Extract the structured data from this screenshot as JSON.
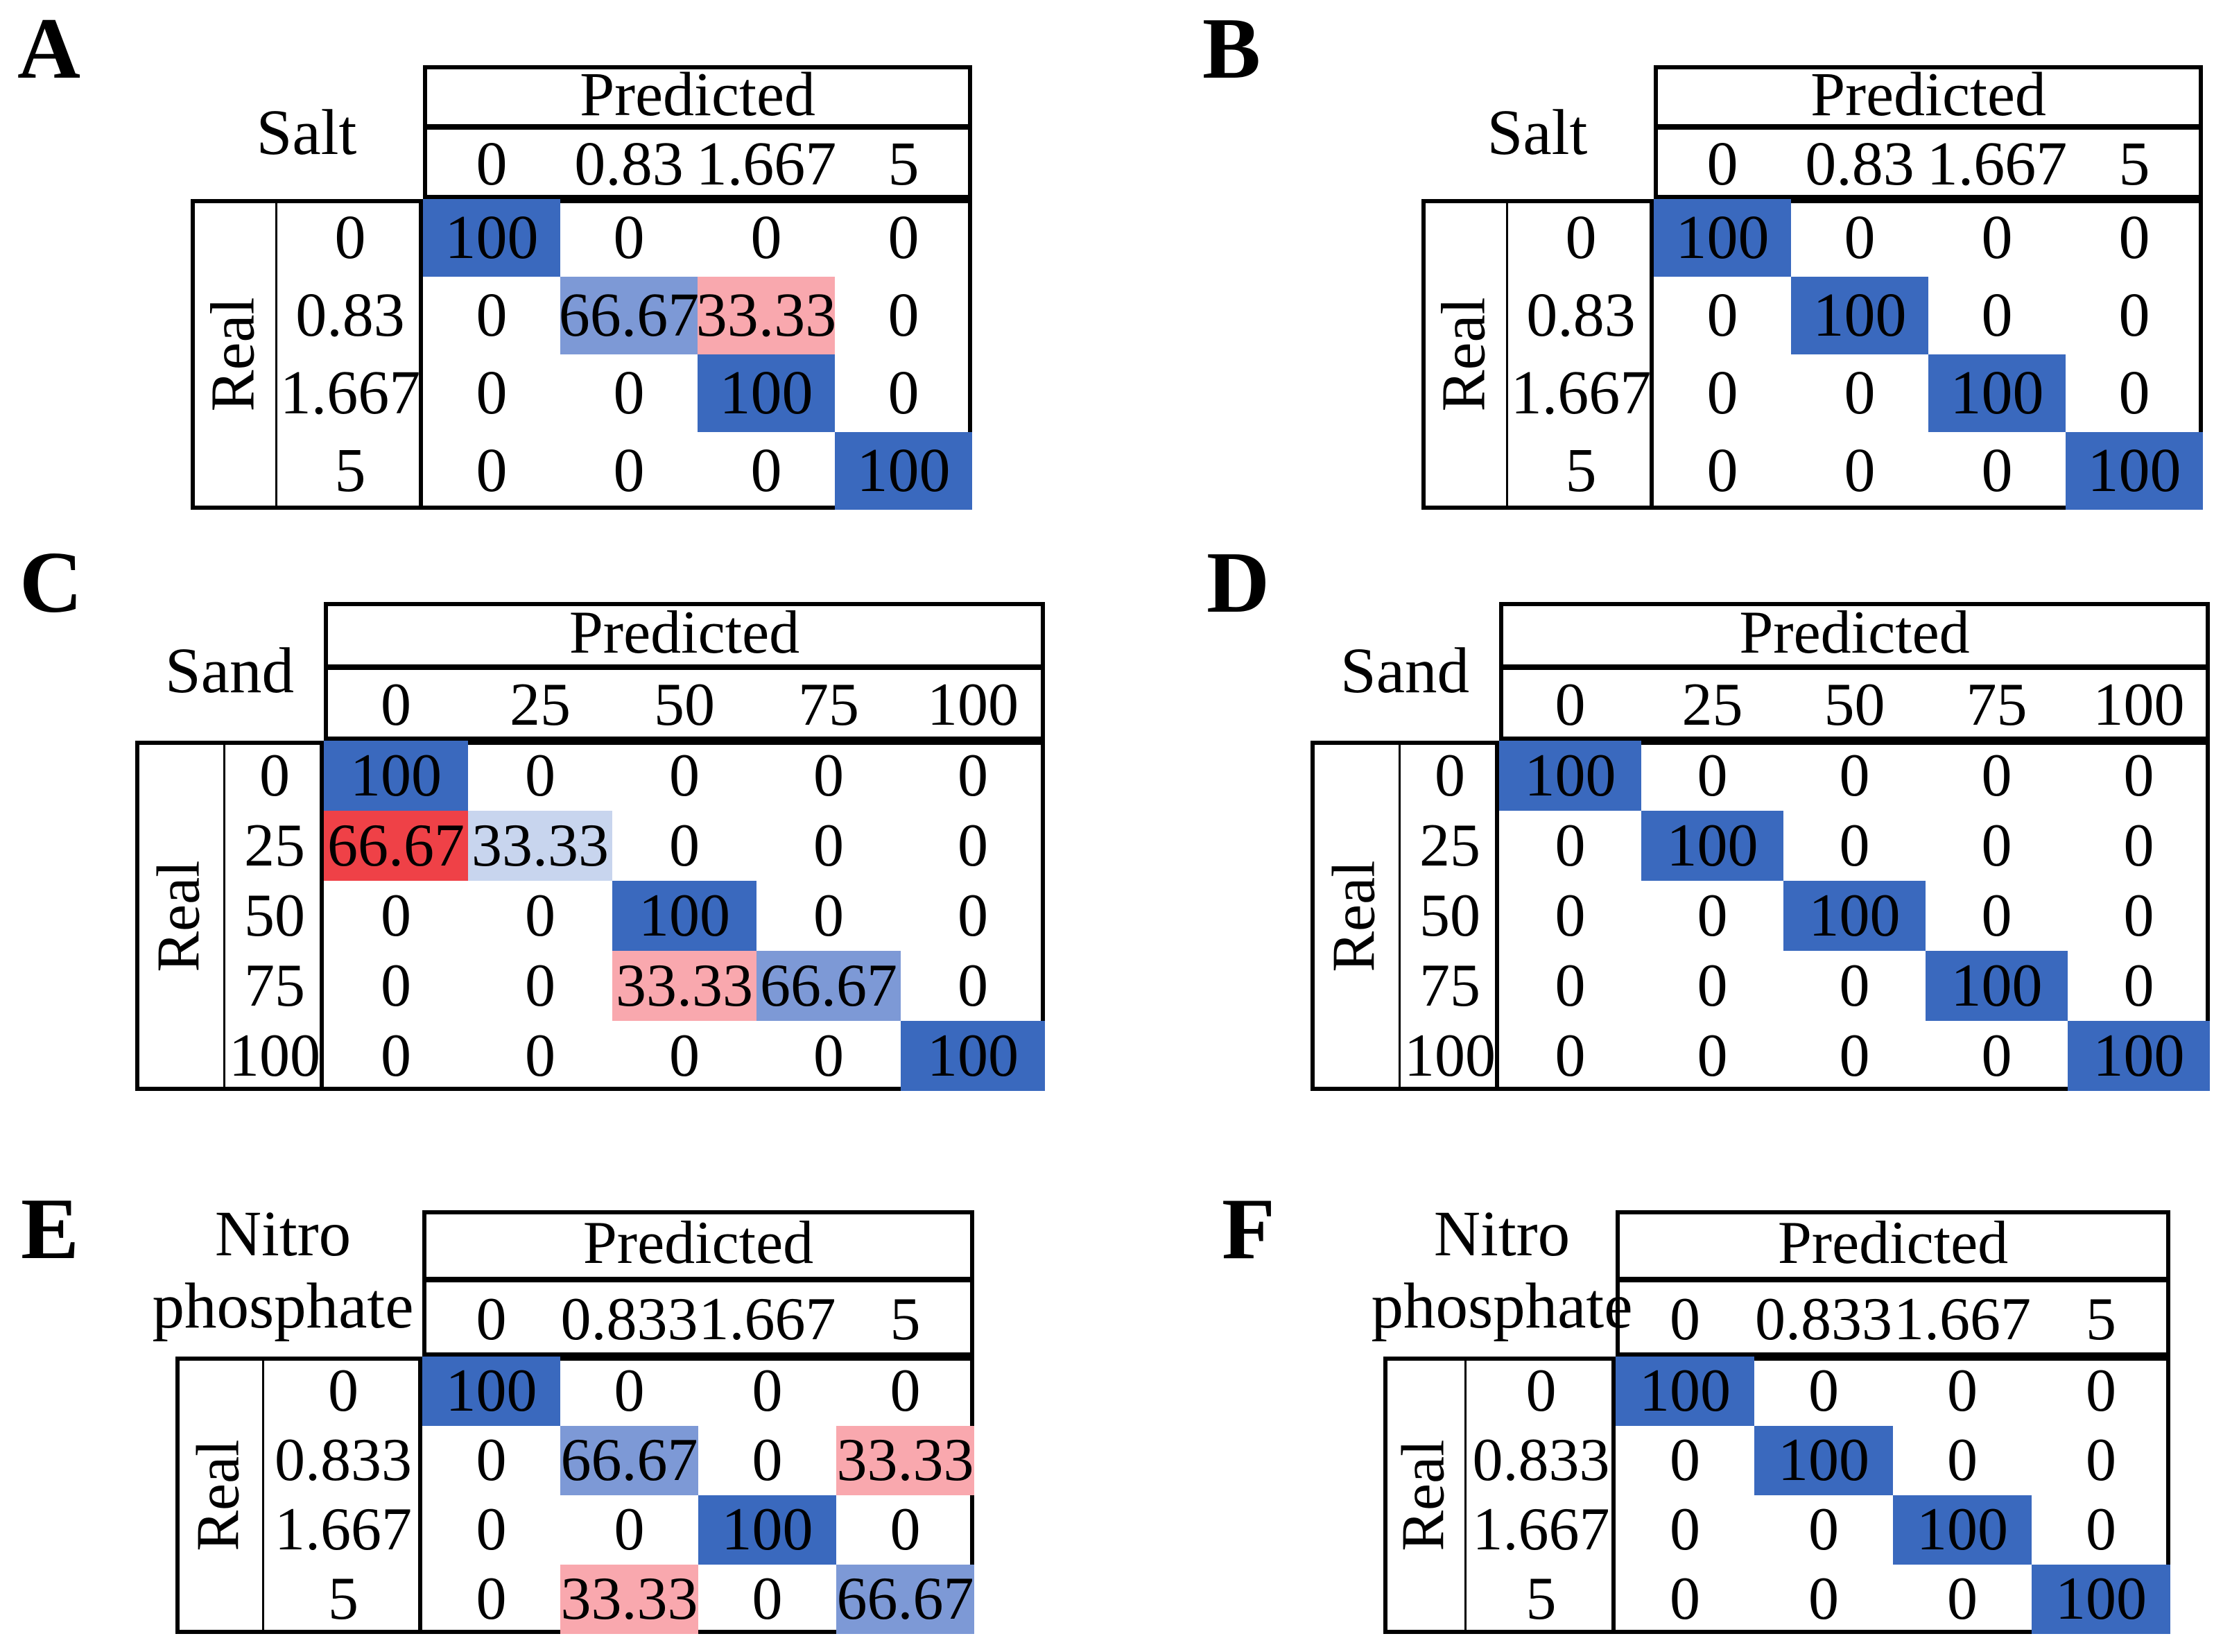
{
  "colors": {
    "blue100": "#3a69be",
    "blue66": "#7d99d6",
    "blue33": "#c8d5ee",
    "red66": "#ef4147",
    "red33": "#f9a8ae"
  },
  "figure": {
    "panels": [
      {
        "letter": "A",
        "analyte": "Salt",
        "pred_label": "Predicted",
        "real_label": "Real",
        "col_ticks": [
          "0",
          "0.83",
          "1.667",
          "5"
        ],
        "row_ticks": [
          "0",
          "0.83",
          "1.667",
          "5"
        ],
        "values": [
          [
            "100",
            "0",
            "0",
            "0"
          ],
          [
            "0",
            "66.67",
            "33.33",
            "0"
          ],
          [
            "0",
            "0",
            "100",
            "0"
          ],
          [
            "0",
            "0",
            "0",
            "100"
          ]
        ],
        "fills": [
          [
            "blue100",
            "",
            "",
            ""
          ],
          [
            "",
            "blue66",
            "red33",
            ""
          ],
          [
            "",
            "",
            "blue100",
            ""
          ],
          [
            "",
            "",
            "",
            "blue100"
          ]
        ]
      },
      {
        "letter": "B",
        "analyte": "Salt",
        "pred_label": "Predicted",
        "real_label": "Real",
        "col_ticks": [
          "0",
          "0.83",
          "1.667",
          "5"
        ],
        "row_ticks": [
          "0",
          "0.83",
          "1.667",
          "5"
        ],
        "values": [
          [
            "100",
            "0",
            "0",
            "0"
          ],
          [
            "0",
            "100",
            "0",
            "0"
          ],
          [
            "0",
            "0",
            "100",
            "0"
          ],
          [
            "0",
            "0",
            "0",
            "100"
          ]
        ],
        "fills": [
          [
            "blue100",
            "",
            "",
            ""
          ],
          [
            "",
            "blue100",
            "",
            ""
          ],
          [
            "",
            "",
            "blue100",
            ""
          ],
          [
            "",
            "",
            "",
            "blue100"
          ]
        ]
      },
      {
        "letter": "C",
        "analyte": "Sand",
        "pred_label": "Predicted",
        "real_label": "Real",
        "col_ticks": [
          "0",
          "25",
          "50",
          "75",
          "100"
        ],
        "row_ticks": [
          "0",
          "25",
          "50",
          "75",
          "100"
        ],
        "values": [
          [
            "100",
            "0",
            "0",
            "0",
            "0"
          ],
          [
            "66.67",
            "33.33",
            "0",
            "0",
            "0"
          ],
          [
            "0",
            "0",
            "100",
            "0",
            "0"
          ],
          [
            "0",
            "0",
            "33.33",
            "66.67",
            "0"
          ],
          [
            "0",
            "0",
            "0",
            "0",
            "100"
          ]
        ],
        "fills": [
          [
            "blue100",
            "",
            "",
            "",
            ""
          ],
          [
            "red66",
            "blue33",
            "",
            "",
            ""
          ],
          [
            "",
            "",
            "blue100",
            "",
            ""
          ],
          [
            "",
            "",
            "red33",
            "blue66",
            ""
          ],
          [
            "",
            "",
            "",
            "",
            "blue100"
          ]
        ]
      },
      {
        "letter": "D",
        "analyte": "Sand",
        "pred_label": "Predicted",
        "real_label": "Real",
        "col_ticks": [
          "0",
          "25",
          "50",
          "75",
          "100"
        ],
        "row_ticks": [
          "0",
          "25",
          "50",
          "75",
          "100"
        ],
        "values": [
          [
            "100",
            "0",
            "0",
            "0",
            "0"
          ],
          [
            "0",
            "100",
            "0",
            "0",
            "0"
          ],
          [
            "0",
            "0",
            "100",
            "0",
            "0"
          ],
          [
            "0",
            "0",
            "0",
            "100",
            "0"
          ],
          [
            "0",
            "0",
            "0",
            "0",
            "100"
          ]
        ],
        "fills": [
          [
            "blue100",
            "",
            "",
            "",
            ""
          ],
          [
            "",
            "blue100",
            "",
            "",
            ""
          ],
          [
            "",
            "",
            "blue100",
            "",
            ""
          ],
          [
            "",
            "",
            "",
            "blue100",
            ""
          ],
          [
            "",
            "",
            "",
            "",
            "blue100"
          ]
        ]
      },
      {
        "letter": "E",
        "analyte": "Nitro\nphosphate",
        "pred_label": "Predicted",
        "real_label": "Real",
        "col_ticks": [
          "0",
          "0.833",
          "1.667",
          "5"
        ],
        "row_ticks": [
          "0",
          "0.833",
          "1.667",
          "5"
        ],
        "values": [
          [
            "100",
            "0",
            "0",
            "0"
          ],
          [
            "0",
            "66.67",
            "0",
            "33.33"
          ],
          [
            "0",
            "0",
            "100",
            "0"
          ],
          [
            "0",
            "33.33",
            "0",
            "66.67"
          ]
        ],
        "fills": [
          [
            "blue100",
            "",
            "",
            ""
          ],
          [
            "",
            "blue66",
            "",
            "red33"
          ],
          [
            "",
            "",
            "blue100",
            ""
          ],
          [
            "",
            "red33",
            "",
            "blue66"
          ]
        ]
      },
      {
        "letter": "F",
        "analyte": "Nitro\nphosphate",
        "pred_label": "Predicted",
        "real_label": "Real",
        "col_ticks": [
          "0",
          "0.833",
          "1.667",
          "5"
        ],
        "row_ticks": [
          "0",
          "0.833",
          "1.667",
          "5"
        ],
        "values": [
          [
            "100",
            "0",
            "0",
            "0"
          ],
          [
            "0",
            "100",
            "0",
            "0"
          ],
          [
            "0",
            "0",
            "100",
            "0"
          ],
          [
            "0",
            "0",
            "0",
            "100"
          ]
        ],
        "fills": [
          [
            "blue100",
            "",
            "",
            ""
          ],
          [
            "",
            "blue100",
            "",
            ""
          ],
          [
            "",
            "",
            "blue100",
            ""
          ],
          [
            "",
            "",
            "",
            "blue100"
          ]
        ]
      }
    ]
  },
  "chart_data": [
    {
      "type": "heatmap",
      "panel": "A",
      "title": "Salt",
      "x_axis_label": "Predicted",
      "y_axis_label": "Real",
      "x_ticks": [
        0,
        0.83,
        1.667,
        5
      ],
      "y_ticks": [
        0,
        0.83,
        1.667,
        5
      ],
      "matrix_percent": [
        [
          100,
          0,
          0,
          0
        ],
        [
          0,
          66.67,
          33.33,
          0
        ],
        [
          0,
          0,
          100,
          0
        ],
        [
          0,
          0,
          0,
          100
        ]
      ]
    },
    {
      "type": "heatmap",
      "panel": "B",
      "title": "Salt",
      "x_axis_label": "Predicted",
      "y_axis_label": "Real",
      "x_ticks": [
        0,
        0.83,
        1.667,
        5
      ],
      "y_ticks": [
        0,
        0.83,
        1.667,
        5
      ],
      "matrix_percent": [
        [
          100,
          0,
          0,
          0
        ],
        [
          0,
          100,
          0,
          0
        ],
        [
          0,
          0,
          100,
          0
        ],
        [
          0,
          0,
          0,
          100
        ]
      ]
    },
    {
      "type": "heatmap",
      "panel": "C",
      "title": "Sand",
      "x_axis_label": "Predicted",
      "y_axis_label": "Real",
      "x_ticks": [
        0,
        25,
        50,
        75,
        100
      ],
      "y_ticks": [
        0,
        25,
        50,
        75,
        100
      ],
      "matrix_percent": [
        [
          100,
          0,
          0,
          0,
          0
        ],
        [
          66.67,
          33.33,
          0,
          0,
          0
        ],
        [
          0,
          0,
          100,
          0,
          0
        ],
        [
          0,
          0,
          33.33,
          66.67,
          0
        ],
        [
          0,
          0,
          0,
          0,
          100
        ]
      ]
    },
    {
      "type": "heatmap",
      "panel": "D",
      "title": "Sand",
      "x_axis_label": "Predicted",
      "y_axis_label": "Real",
      "x_ticks": [
        0,
        25,
        50,
        75,
        100
      ],
      "y_ticks": [
        0,
        25,
        50,
        75,
        100
      ],
      "matrix_percent": [
        [
          100,
          0,
          0,
          0,
          0
        ],
        [
          0,
          100,
          0,
          0,
          0
        ],
        [
          0,
          0,
          100,
          0,
          0
        ],
        [
          0,
          0,
          0,
          100,
          0
        ],
        [
          0,
          0,
          0,
          0,
          100
        ]
      ]
    },
    {
      "type": "heatmap",
      "panel": "E",
      "title": "Nitro phosphate",
      "x_axis_label": "Predicted",
      "y_axis_label": "Real",
      "x_ticks": [
        0,
        0.833,
        1.667,
        5
      ],
      "y_ticks": [
        0,
        0.833,
        1.667,
        5
      ],
      "matrix_percent": [
        [
          100,
          0,
          0,
          0
        ],
        [
          0,
          66.67,
          0,
          33.33
        ],
        [
          0,
          0,
          100,
          0
        ],
        [
          0,
          33.33,
          0,
          66.67
        ]
      ]
    },
    {
      "type": "heatmap",
      "panel": "F",
      "title": "Nitro phosphate",
      "x_axis_label": "Predicted",
      "y_axis_label": "Real",
      "x_ticks": [
        0,
        0.833,
        1.667,
        5
      ],
      "y_ticks": [
        0,
        0.833,
        1.667,
        5
      ],
      "matrix_percent": [
        [
          100,
          0,
          0,
          0
        ],
        [
          0,
          100,
          0,
          0
        ],
        [
          0,
          0,
          100,
          0
        ],
        [
          0,
          0,
          0,
          100
        ]
      ]
    }
  ]
}
